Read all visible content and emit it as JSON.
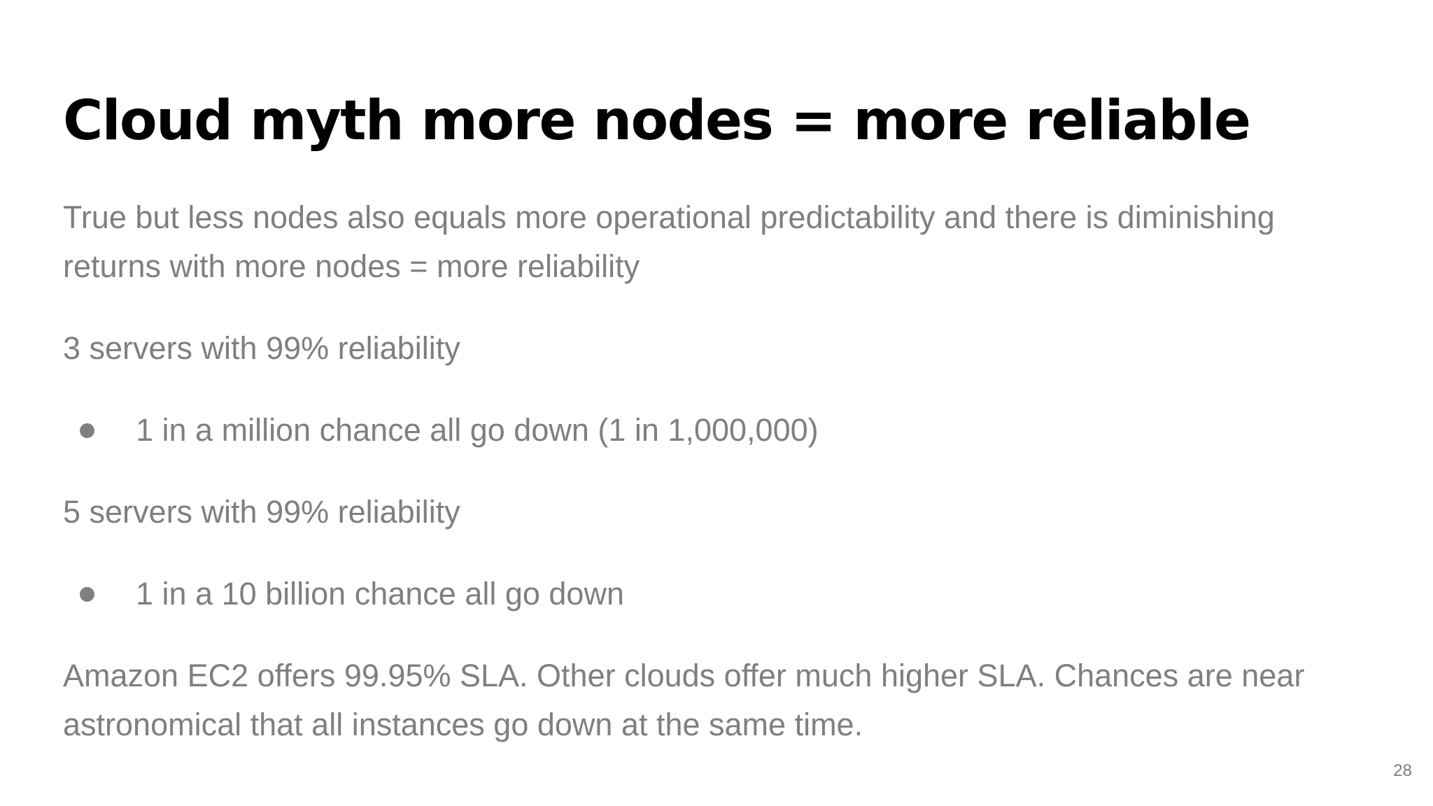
{
  "slide": {
    "title": "Cloud myth more nodes = more reliable",
    "intro": "True but less nodes also equals more operational predictability and there is diminishing returns with more nodes = more reliability",
    "scenario_1": {
      "heading": "3 servers with 99% reliability",
      "bullet": "1 in a million chance all go down (1 in 1,000,000)"
    },
    "scenario_2": {
      "heading": "5 servers with 99% reliability",
      "bullet": "1 in a 10 billion chance all go down"
    },
    "conclusion": "Amazon EC2 offers 99.95% SLA. Other clouds offer much higher SLA. Chances are near astronomical that all instances go down at the same time.",
    "page_number": "28"
  },
  "colors": {
    "title": "#000000",
    "body_text": "#7f7f7f",
    "background": "#ffffff"
  }
}
